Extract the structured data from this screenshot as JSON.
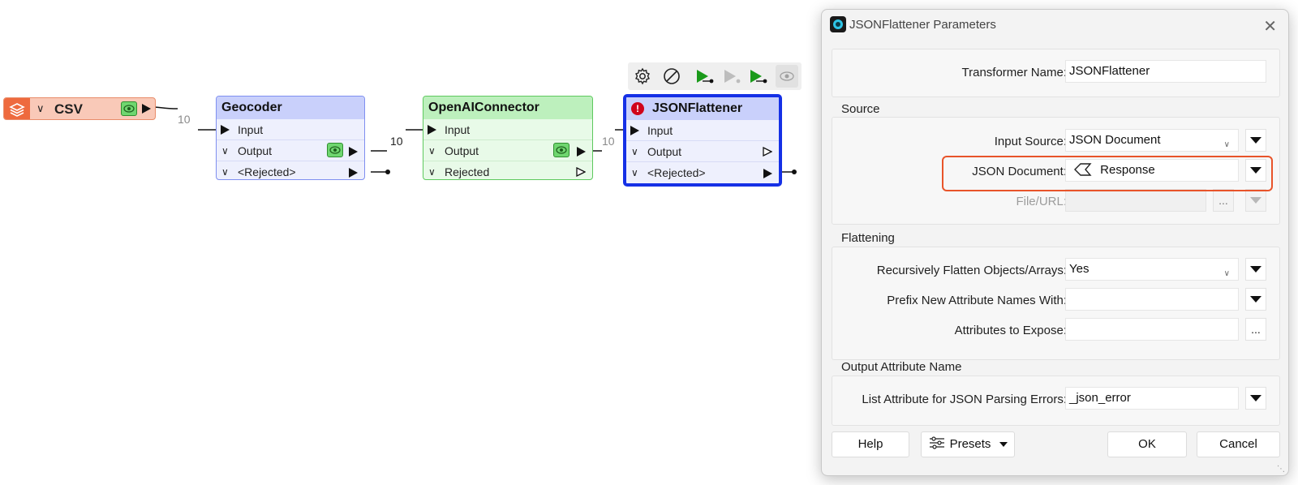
{
  "canvas": {
    "csv_node": {
      "label": "CSV"
    },
    "geocoder": {
      "title": "Geocoder",
      "ports": [
        {
          "label": "Input"
        },
        {
          "label": "Output"
        },
        {
          "label": "<Rejected>"
        }
      ]
    },
    "openai": {
      "title": "OpenAIConnector",
      "ports": [
        {
          "label": "Input"
        },
        {
          "label": "Output"
        },
        {
          "label": "Rejected"
        }
      ]
    },
    "jsonflattener": {
      "title": "JSONFlattener",
      "ports": [
        {
          "label": "Input"
        },
        {
          "label": "Output"
        },
        {
          "label": "<Rejected>"
        }
      ]
    },
    "counts": [
      "10",
      "10",
      "10"
    ],
    "colors": {
      "csv": "#f4a58a",
      "geocoder": "#c7cffb",
      "openai": "#b8efb8",
      "jsonflattener": "#c7cffb",
      "selected_border": "#1530e6",
      "error": "#d0021b"
    }
  },
  "dialog": {
    "title": "JSONFlattener Parameters",
    "transformer_name": {
      "label": "Transformer Name:",
      "value": "JSONFlattener"
    },
    "source": {
      "section": "Source",
      "input_source": {
        "label": "Input Source:",
        "value": "JSON Document"
      },
      "json_document": {
        "label": "JSON Document:",
        "value": "Response"
      },
      "file_url": {
        "label": "File/URL:",
        "value": ""
      }
    },
    "flattening": {
      "section": "Flattening",
      "recursive": {
        "label": "Recursively Flatten Objects/Arrays:",
        "value": "Yes"
      },
      "prefix": {
        "label": "Prefix New Attribute Names With:",
        "value": ""
      },
      "expose": {
        "label": "Attributes to Expose:",
        "value": ""
      }
    },
    "output": {
      "section": "Output Attribute Name",
      "errors": {
        "label": "List Attribute for JSON Parsing Errors:",
        "value": "_json_error"
      }
    },
    "buttons": {
      "help": "Help",
      "presets": "Presets",
      "ok": "OK",
      "cancel": "Cancel",
      "ellipsis": "..."
    },
    "highlight_color": "#e8542a"
  }
}
